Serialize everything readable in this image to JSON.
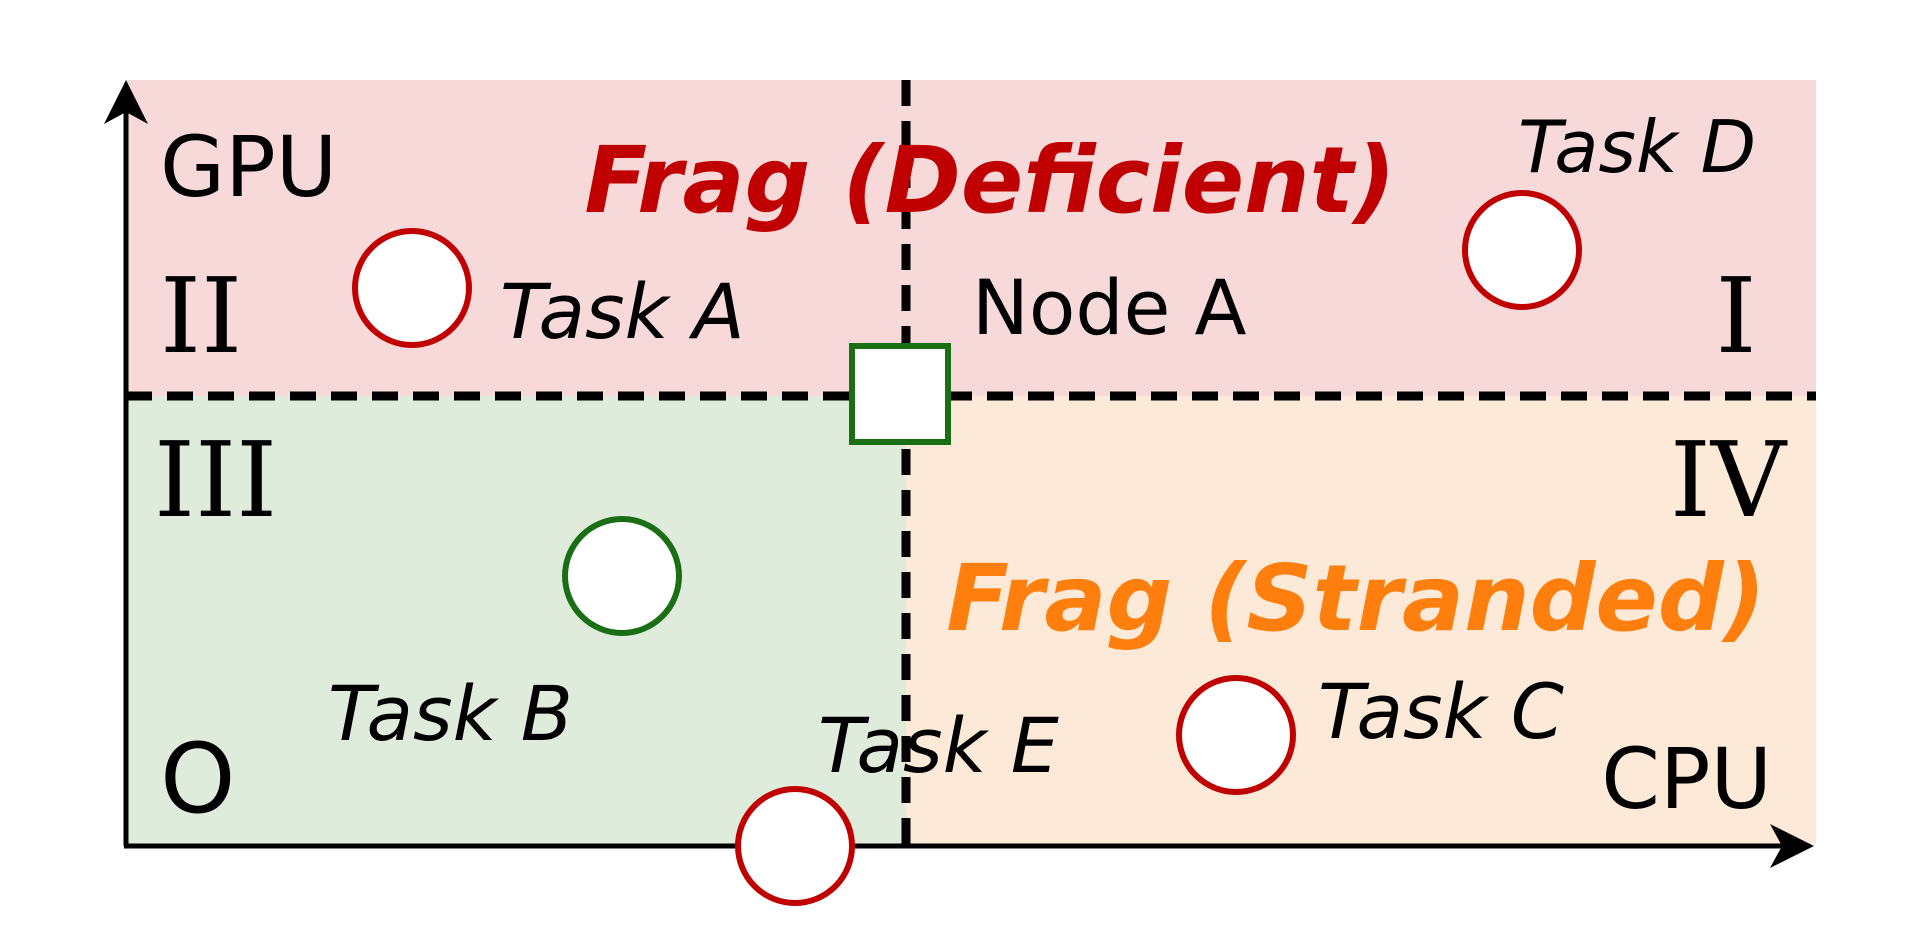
{
  "axes": {
    "y_label": "GPU",
    "x_label": "CPU",
    "origin_label": "O"
  },
  "quadrants": {
    "I": "I",
    "II": "II",
    "III": "III",
    "IV": "IV"
  },
  "regions": {
    "deficient_label": "Frag (Deficient)",
    "stranded_label": "Frag (Stranded)"
  },
  "node": {
    "label": "Node A"
  },
  "tasks": {
    "a": "Task A",
    "b": "Task B",
    "c": "Task C",
    "d": "Task D",
    "e": "Task E"
  },
  "colors": {
    "deficient_bg": "#f8d9d9",
    "stranded_bg": "#fde9d7",
    "fit_bg": "#dfecdc",
    "deficient_text": "#c00000",
    "stranded_text": "#ff7f0e",
    "red_circle": "#c00000",
    "green": "#1a6e14"
  }
}
